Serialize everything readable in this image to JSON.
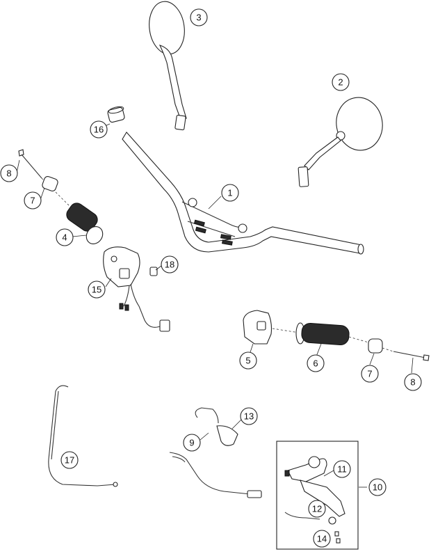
{
  "callouts": [
    {
      "id": "c1",
      "label": "1"
    },
    {
      "id": "c2",
      "label": "2"
    },
    {
      "id": "c3",
      "label": "3"
    },
    {
      "id": "c4",
      "label": "4"
    },
    {
      "id": "c5",
      "label": "5"
    },
    {
      "id": "c6",
      "label": "6"
    },
    {
      "id": "c7a",
      "label": "7"
    },
    {
      "id": "c7b",
      "label": "7"
    },
    {
      "id": "c8a",
      "label": "8"
    },
    {
      "id": "c8b",
      "label": "8"
    },
    {
      "id": "c9",
      "label": "9"
    },
    {
      "id": "c10",
      "label": "10"
    },
    {
      "id": "c11",
      "label": "11"
    },
    {
      "id": "c12",
      "label": "12"
    },
    {
      "id": "c13",
      "label": "13"
    },
    {
      "id": "c14",
      "label": "14"
    },
    {
      "id": "c15",
      "label": "15"
    },
    {
      "id": "c16",
      "label": "16"
    },
    {
      "id": "c17",
      "label": "17"
    },
    {
      "id": "c18",
      "label": "18"
    }
  ]
}
